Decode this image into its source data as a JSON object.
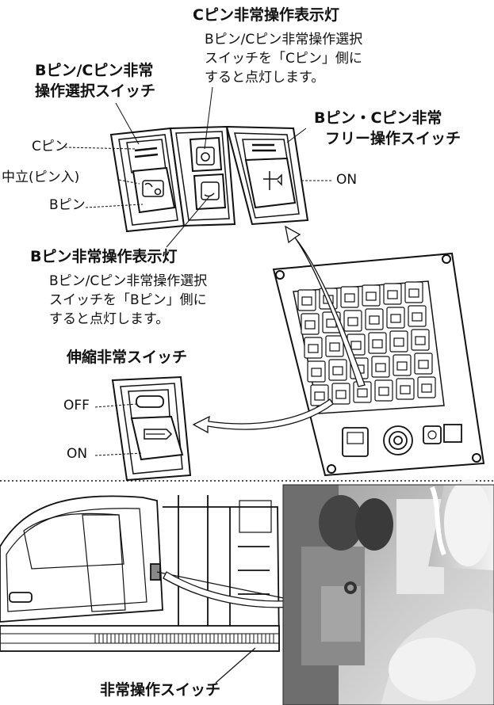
{
  "labels": {
    "c_pin_lamp_title": "Cピン非常操作表示灯",
    "c_pin_lamp_desc": [
      "Bピン/Cピン非常操作選択",
      "スイッチを「Cピン」側に",
      "すると点灯します。"
    ],
    "select_switch_title": [
      "Bピン/Cピン非常",
      "操作選択スイッチ"
    ],
    "free_switch_title": [
      "Bピン・Cピン非常",
      "フリー操作スイッチ"
    ],
    "pos_c": "Cピン",
    "pos_neutral": "中立(ピン入)",
    "pos_b": "Bピン",
    "free_on": "ON",
    "b_pin_lamp_title": "Bピン非常操作表示灯",
    "b_pin_lamp_desc": [
      "Bピン/Cピン非常操作選択",
      "スイッチを「Bピン」側に",
      "すると点灯します。"
    ],
    "telescopic_title": "伸縮非常スイッチ",
    "tele_off": "OFF",
    "tele_on": "ON",
    "emergency_switch": "非常操作スイッチ"
  },
  "colors": {
    "line": "#111111",
    "photo_dark": "#4a4a4a",
    "photo_light": "#d8d8d8"
  }
}
